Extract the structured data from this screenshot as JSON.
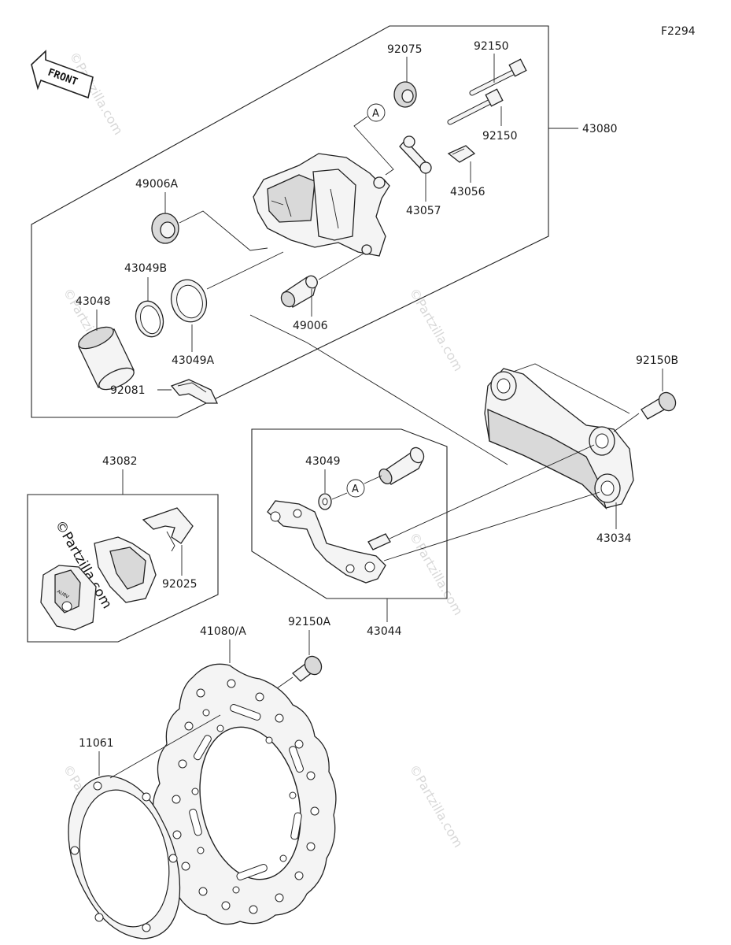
{
  "figure_code": "F2294",
  "front_arrow_label": "FRONT",
  "watermark": "©Partzilla.com",
  "markers": {
    "a1": "A",
    "a2": "A"
  },
  "parts": {
    "p92075": "92075",
    "p92150_top": "92150",
    "p92150_mid": "92150",
    "p43080": "43080",
    "p43056": "43056",
    "p43057": "43057",
    "p49006A": "49006A",
    "p43049B": "43049B",
    "p43048": "43048",
    "p43049A": "43049A",
    "p49006": "49006",
    "p92081": "92081",
    "p92150B": "92150B",
    "p43082": "43082",
    "p43049": "43049",
    "p92025": "92025",
    "p43034": "43034",
    "p43044": "43044",
    "p41080A": "41080/A",
    "p92150A": "92150A",
    "p11061": "11061"
  },
  "pad_stamp": "AURV"
}
